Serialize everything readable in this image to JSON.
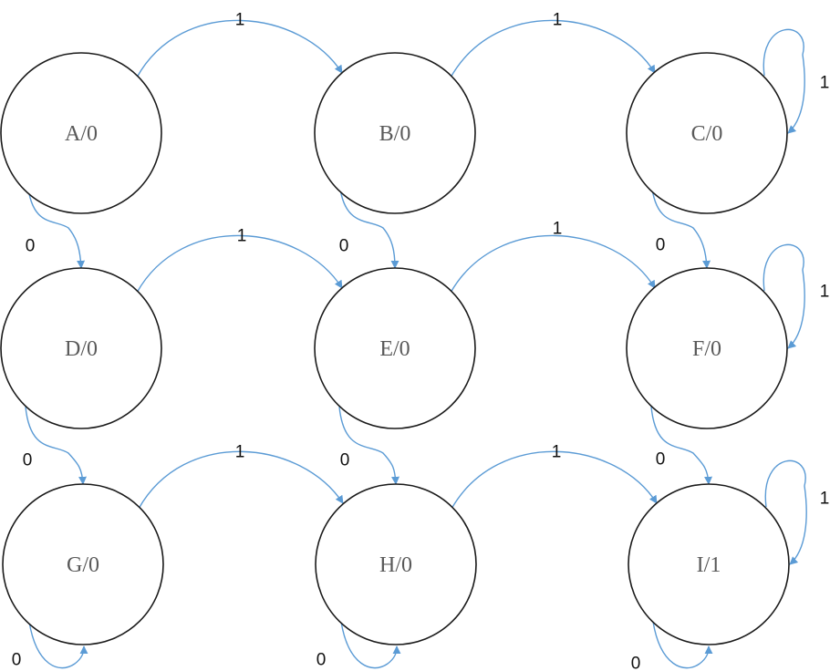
{
  "states": [
    {
      "id": "A",
      "label": "A/0"
    },
    {
      "id": "B",
      "label": "B/0"
    },
    {
      "id": "C",
      "label": "C/0"
    },
    {
      "id": "D",
      "label": "D/0"
    },
    {
      "id": "E",
      "label": "E/0"
    },
    {
      "id": "F",
      "label": "F/0"
    },
    {
      "id": "G",
      "label": "G/0"
    },
    {
      "id": "H",
      "label": "H/0"
    },
    {
      "id": "I",
      "label": "I/1"
    }
  ],
  "transitions": [
    {
      "from": "A",
      "to": "B",
      "input": "1"
    },
    {
      "from": "B",
      "to": "C",
      "input": "1"
    },
    {
      "from": "C",
      "to": "C",
      "input": "1"
    },
    {
      "from": "A",
      "to": "D",
      "input": "0"
    },
    {
      "from": "B",
      "to": "E",
      "input": "0"
    },
    {
      "from": "C",
      "to": "F",
      "input": "0"
    },
    {
      "from": "D",
      "to": "E",
      "input": "1"
    },
    {
      "from": "E",
      "to": "F",
      "input": "1"
    },
    {
      "from": "F",
      "to": "F",
      "input": "1"
    },
    {
      "from": "D",
      "to": "G",
      "input": "0"
    },
    {
      "from": "E",
      "to": "H",
      "input": "0"
    },
    {
      "from": "F",
      "to": "I",
      "input": "0"
    },
    {
      "from": "G",
      "to": "H",
      "input": "1"
    },
    {
      "from": "H",
      "to": "I",
      "input": "1"
    },
    {
      "from": "I",
      "to": "I",
      "input": "1"
    },
    {
      "from": "G",
      "to": "G",
      "input": "0"
    },
    {
      "from": "H",
      "to": "H",
      "input": "0"
    },
    {
      "from": "I",
      "to": "I",
      "input": "0"
    }
  ],
  "colors": {
    "edge": "#5b9bd5",
    "state_stroke": "#1a1a1a",
    "state_text": "#595959",
    "edge_text": "#111111"
  }
}
